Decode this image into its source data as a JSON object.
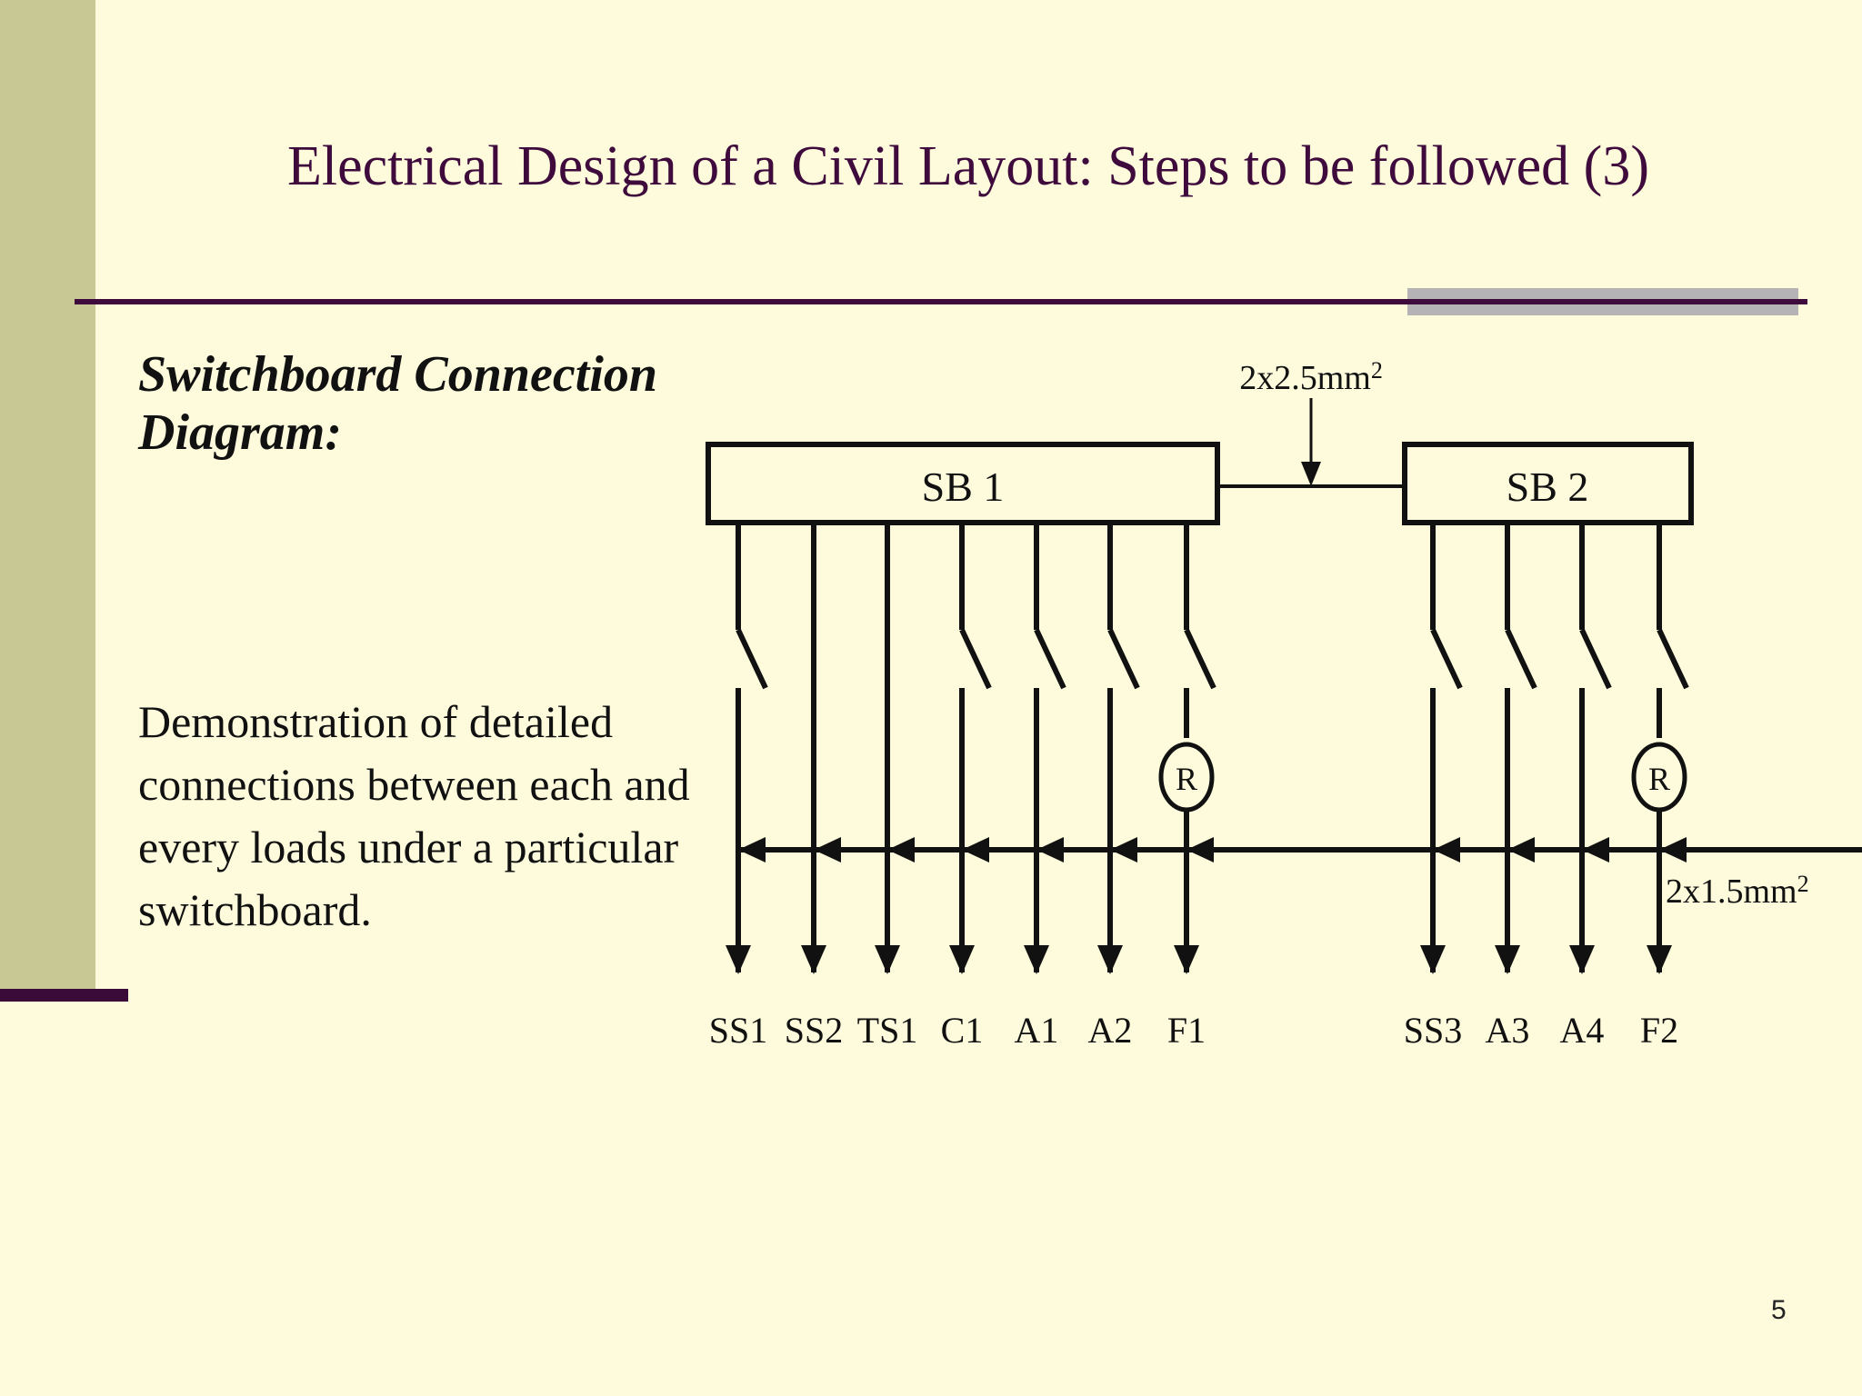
{
  "slide": {
    "title": "Electrical Design of a Civil Layout: Steps to be followed (3)",
    "section_heading": "Switchboard Connection Diagram:",
    "body_paragraph": "Demonstration of detailed connections between each and every loads under a particular switchboard.",
    "page_number": "5"
  },
  "theme": {
    "background": "#fdfbdc",
    "sidebar": "#c8c894",
    "accent_purple": "#3f0b3d",
    "accent_gray": "#b6b3b6",
    "ink": "#111111"
  },
  "diagram": {
    "switchboards": [
      {
        "id": "sb1",
        "label": "SB 1"
      },
      {
        "id": "sb2",
        "label": "SB 2"
      }
    ],
    "cables": [
      {
        "id": "tie-cable",
        "label": "2x2.5mm",
        "superscript": "2"
      },
      {
        "id": "bus-cable",
        "label": "2x1.5mm",
        "superscript": "2"
      }
    ],
    "relays": [
      {
        "id": "relay-f1",
        "label": "R"
      },
      {
        "id": "relay-f2",
        "label": "R"
      }
    ],
    "sb1_loads": [
      {
        "label": "SS1",
        "switch": true,
        "relay": false
      },
      {
        "label": "SS2",
        "switch": false,
        "relay": false
      },
      {
        "label": "TS1",
        "switch": false,
        "relay": false
      },
      {
        "label": "C1",
        "switch": true,
        "relay": false
      },
      {
        "label": "A1",
        "switch": true,
        "relay": false
      },
      {
        "label": "A2",
        "switch": true,
        "relay": false
      },
      {
        "label": "F1",
        "switch": true,
        "relay": true
      }
    ],
    "sb2_loads": [
      {
        "label": "SS3",
        "switch": true,
        "relay": false
      },
      {
        "label": "A3",
        "switch": true,
        "relay": false
      },
      {
        "label": "A4",
        "switch": true,
        "relay": false
      },
      {
        "label": "F2",
        "switch": true,
        "relay": true
      }
    ]
  }
}
